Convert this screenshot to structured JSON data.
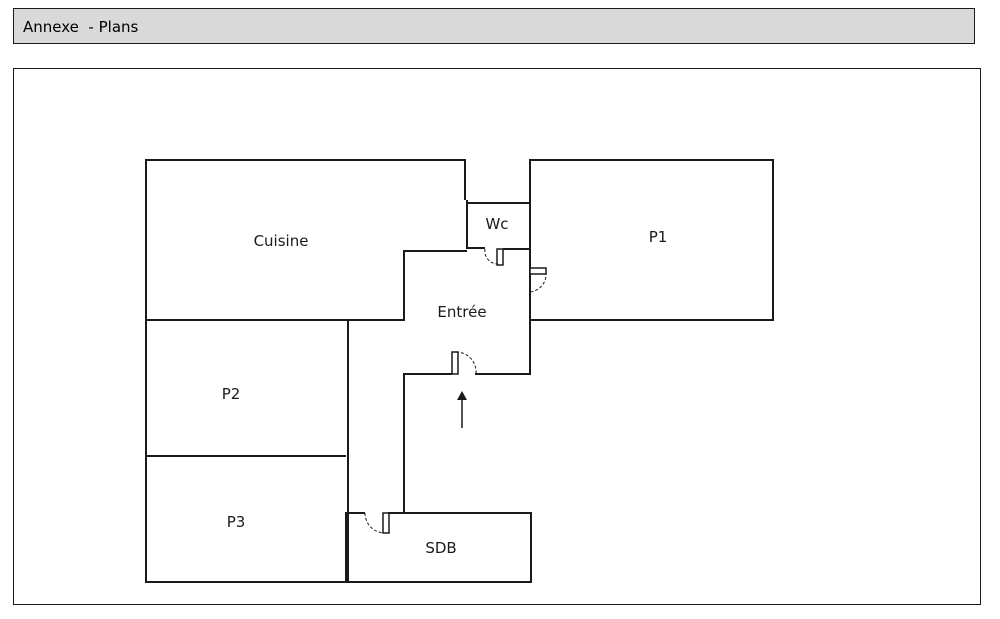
{
  "header": {
    "title": "Annexe  - Plans"
  },
  "plan": {
    "rooms": {
      "cuisine": "Cuisine",
      "wc": "Wc",
      "p1": "P1",
      "entree": "Entrée",
      "p2": "P2",
      "p3": "P3",
      "sdb": "SDB"
    }
  },
  "colors": {
    "header_bg": "#d9d9d9",
    "wall": "#1a1a1a"
  }
}
